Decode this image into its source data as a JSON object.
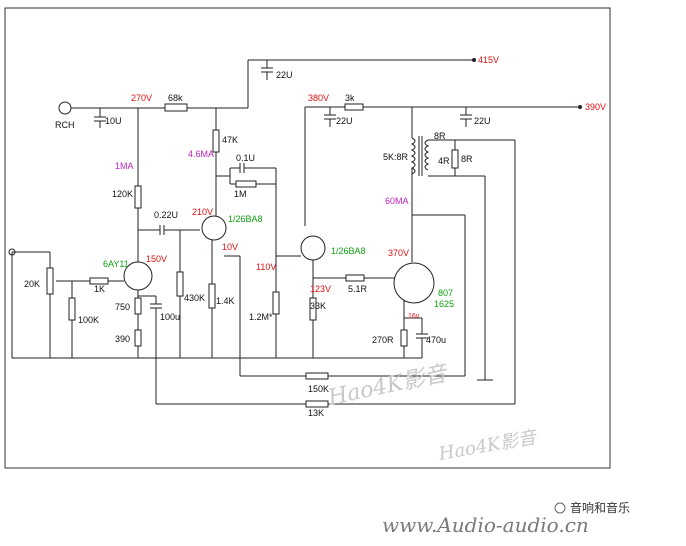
{
  "schematic": {
    "input_label": "RCH",
    "supply_voltages": {
      "top": "415V",
      "right": "390V",
      "v380": "380V",
      "v270": "270V"
    },
    "labels": {
      "c_10u": "10U",
      "r_68k": "68k",
      "c_22u_top": "22U",
      "r_3k": "3k",
      "c_22u_mid": "22U",
      "c_22u_right": "22U",
      "r_47k": "47K",
      "i_46ma": "4.6MA",
      "c_01u": "0.1U",
      "r_1m": "1M",
      "i_1ma": "1MA",
      "r_120k": "120K",
      "c_022u": "0.22U",
      "v210": "210V",
      "tube_6ba8_a": "1/26BA8",
      "v10": "10V",
      "v110": "110V",
      "tube_6ba8_b": "1/26BA8",
      "xfmr_pri": "5K:8R",
      "xfmr_8r_top": "8R",
      "xfmr_4r": "4R",
      "xfmr_8r_side": "8R",
      "i_60ma": "60MA",
      "v370": "370V",
      "tube_6ay11": "6AY11",
      "v150": "150V",
      "r_20k": "20K",
      "r_1k": "1K",
      "r_750": "750",
      "c_100u": "100u",
      "r_100k": "100K",
      "r_390": "390",
      "r_430k": "430K",
      "r_1_4k": "1.4K",
      "r_1_2m": "1.2M*",
      "v123": "123V",
      "r_5_1r": "5.1R",
      "r_33k": "33K",
      "tube_807_a": "807",
      "tube_807_b": "1625",
      "v16": "16v",
      "r_270r": "270R",
      "c_470u": "470u",
      "r_150k": "150K",
      "r_13k": "13K"
    }
  },
  "watermarks": {
    "big": "Hao4K影音",
    "small": "Hao4K影音"
  },
  "footer": {
    "wechat": "音响和音乐",
    "url": "www.Audio-audio.cn"
  },
  "colors": {
    "voltage": "#e01010",
    "current": "#c020c0",
    "tube": "#10a010"
  }
}
